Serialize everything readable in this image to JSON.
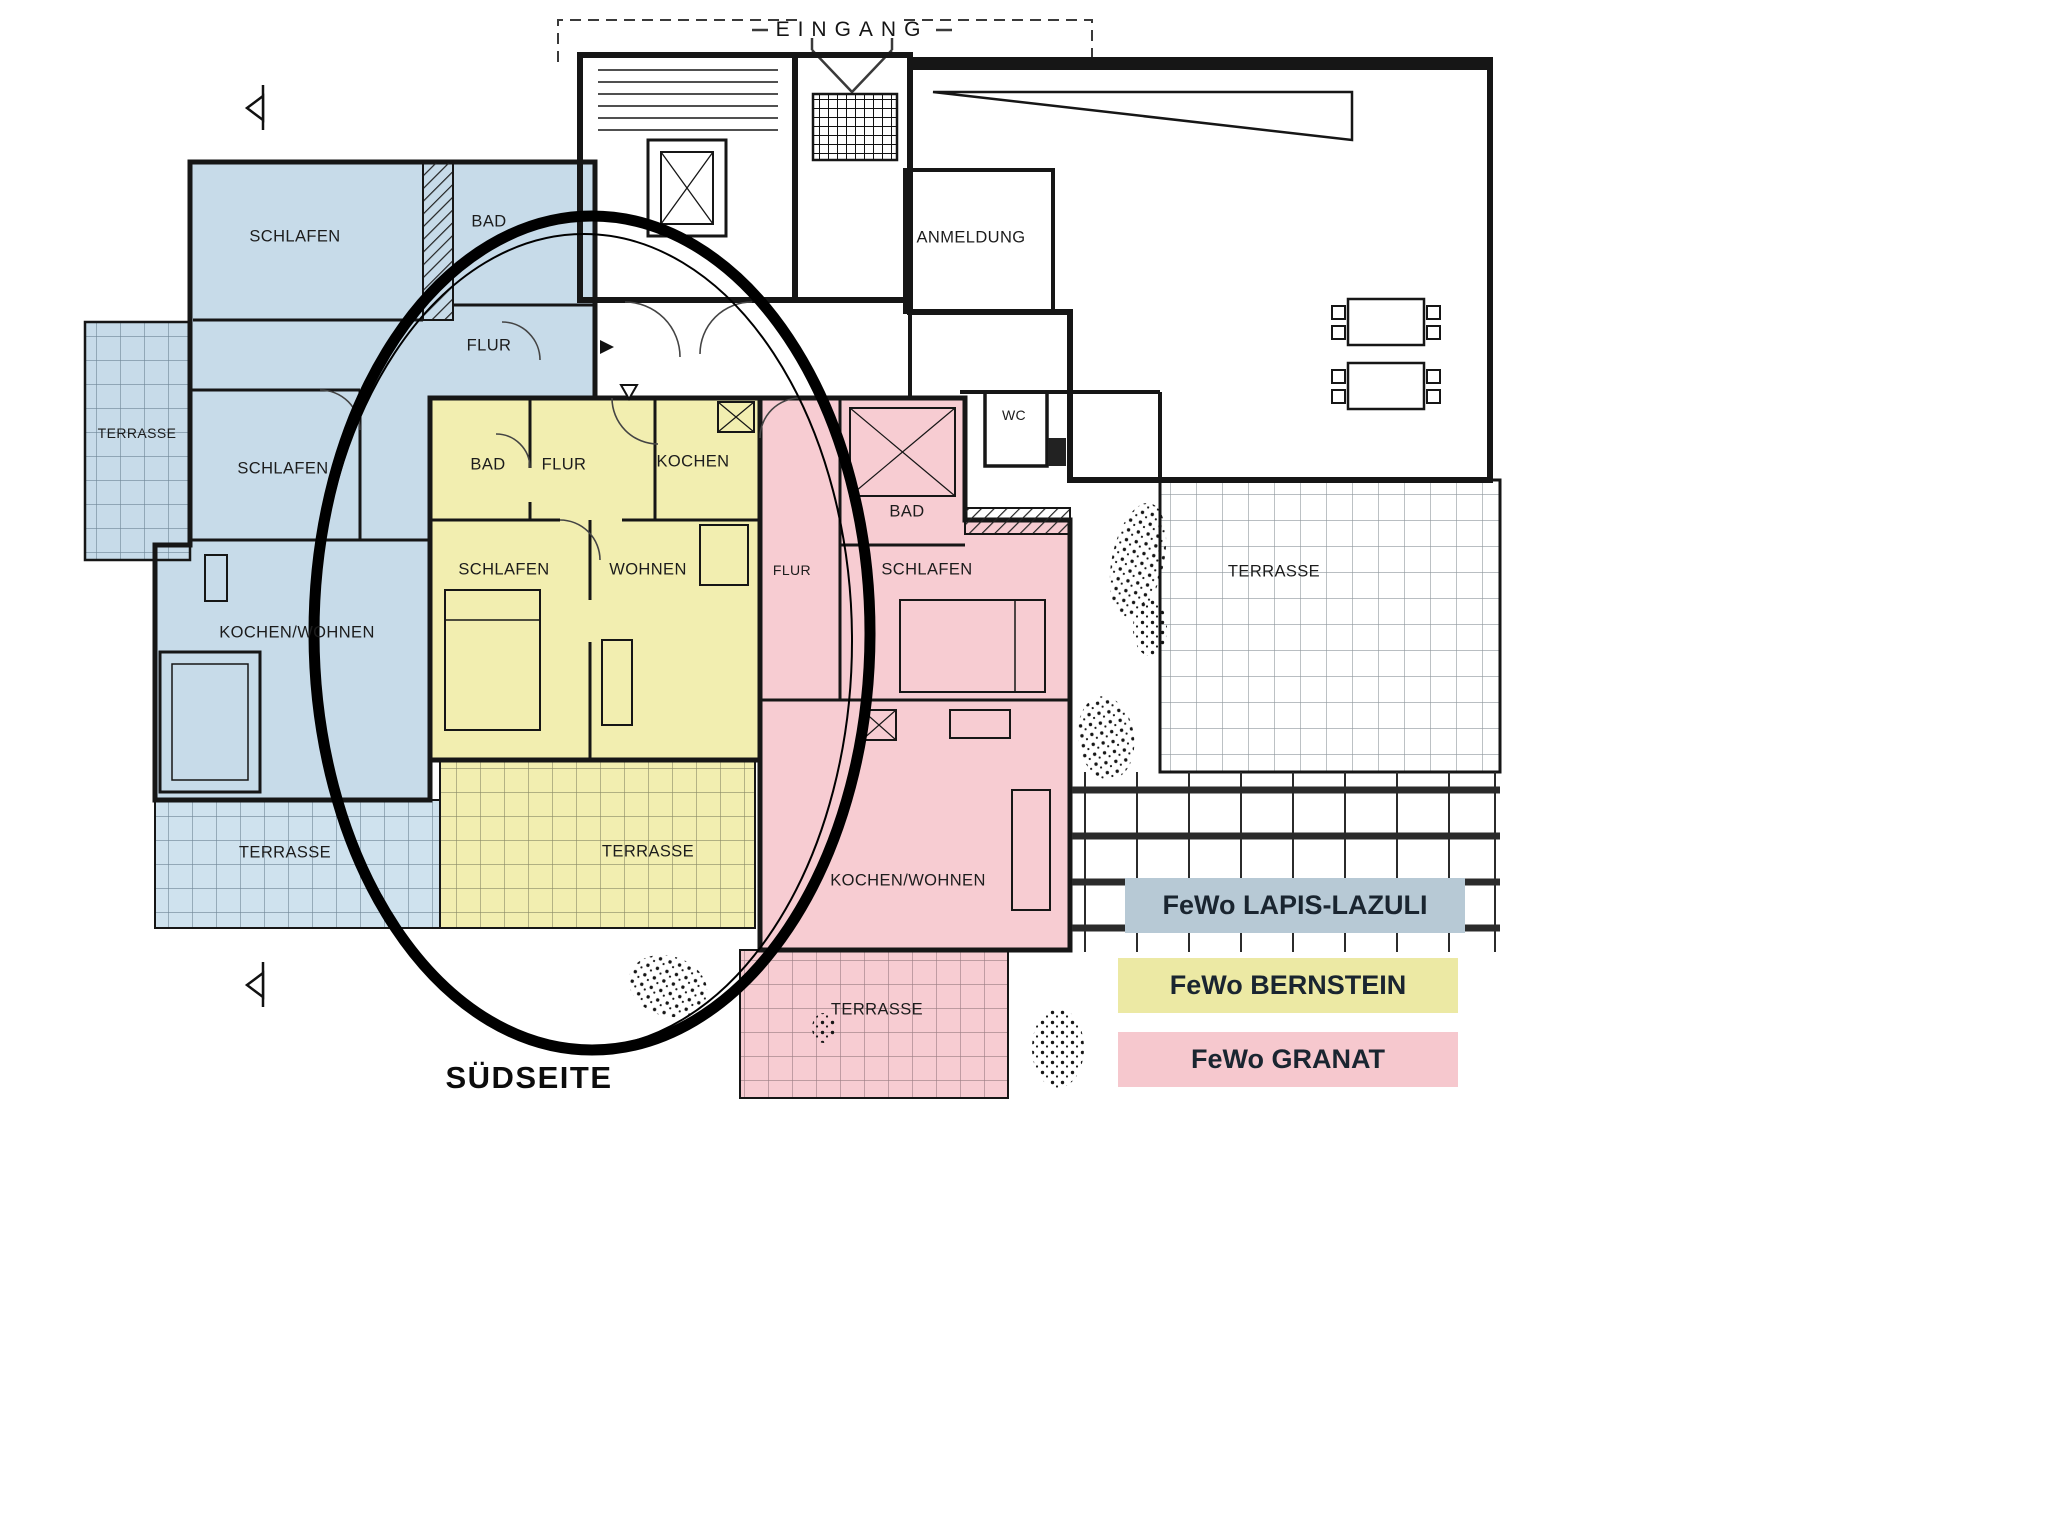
{
  "plan": {
    "entrance_label": "EINGANG",
    "south_label": "SÜDSEITE"
  },
  "rooms": {
    "lapis_schlafen_top": "SCHLAFEN",
    "lapis_bad": "BAD",
    "lapis_flur": "FLUR",
    "lapis_terrasse_left": "TERRASSE",
    "lapis_schlafen_mid": "SCHLAFEN",
    "lapis_kochen_wohnen": "KOCHEN/WOHNEN",
    "lapis_terrasse_bottom": "TERRASSE",
    "bernstein_bad": "BAD",
    "bernstein_flur": "FLUR",
    "bernstein_kochen": "KOCHEN",
    "bernstein_schlafen": "SCHLAFEN",
    "bernstein_wohnen": "WOHNEN",
    "bernstein_terrasse": "TERRASSE",
    "granat_flur": "FLUR",
    "granat_bad": "BAD",
    "granat_schlafen": "SCHLAFEN",
    "granat_kochen_wohnen": "KOCHEN/WOHNEN",
    "granat_terrasse": "TERRASSE",
    "anmeldung": "ANMELDUNG",
    "wc": "WC",
    "terrasse_right": "TERRASSE"
  },
  "legend": {
    "items": [
      {
        "id": "lapis-lazuli",
        "label": "FeWo LAPIS-LAZULI",
        "color": "#b7c9d5"
      },
      {
        "id": "bernstein",
        "label": "FeWo BERNSTEIN",
        "color": "#ece9a4"
      },
      {
        "id": "granat",
        "label": "FeWo GRANAT",
        "color": "#f6c8ce"
      }
    ]
  },
  "colors": {
    "lapis_fill": "#c7dbe9",
    "bernstein_fill": "#f2eeb0",
    "granat_fill": "#f7ccd2",
    "wall": "#161616",
    "highlight_ellipse": "#000000",
    "background": "#ffffff"
  }
}
